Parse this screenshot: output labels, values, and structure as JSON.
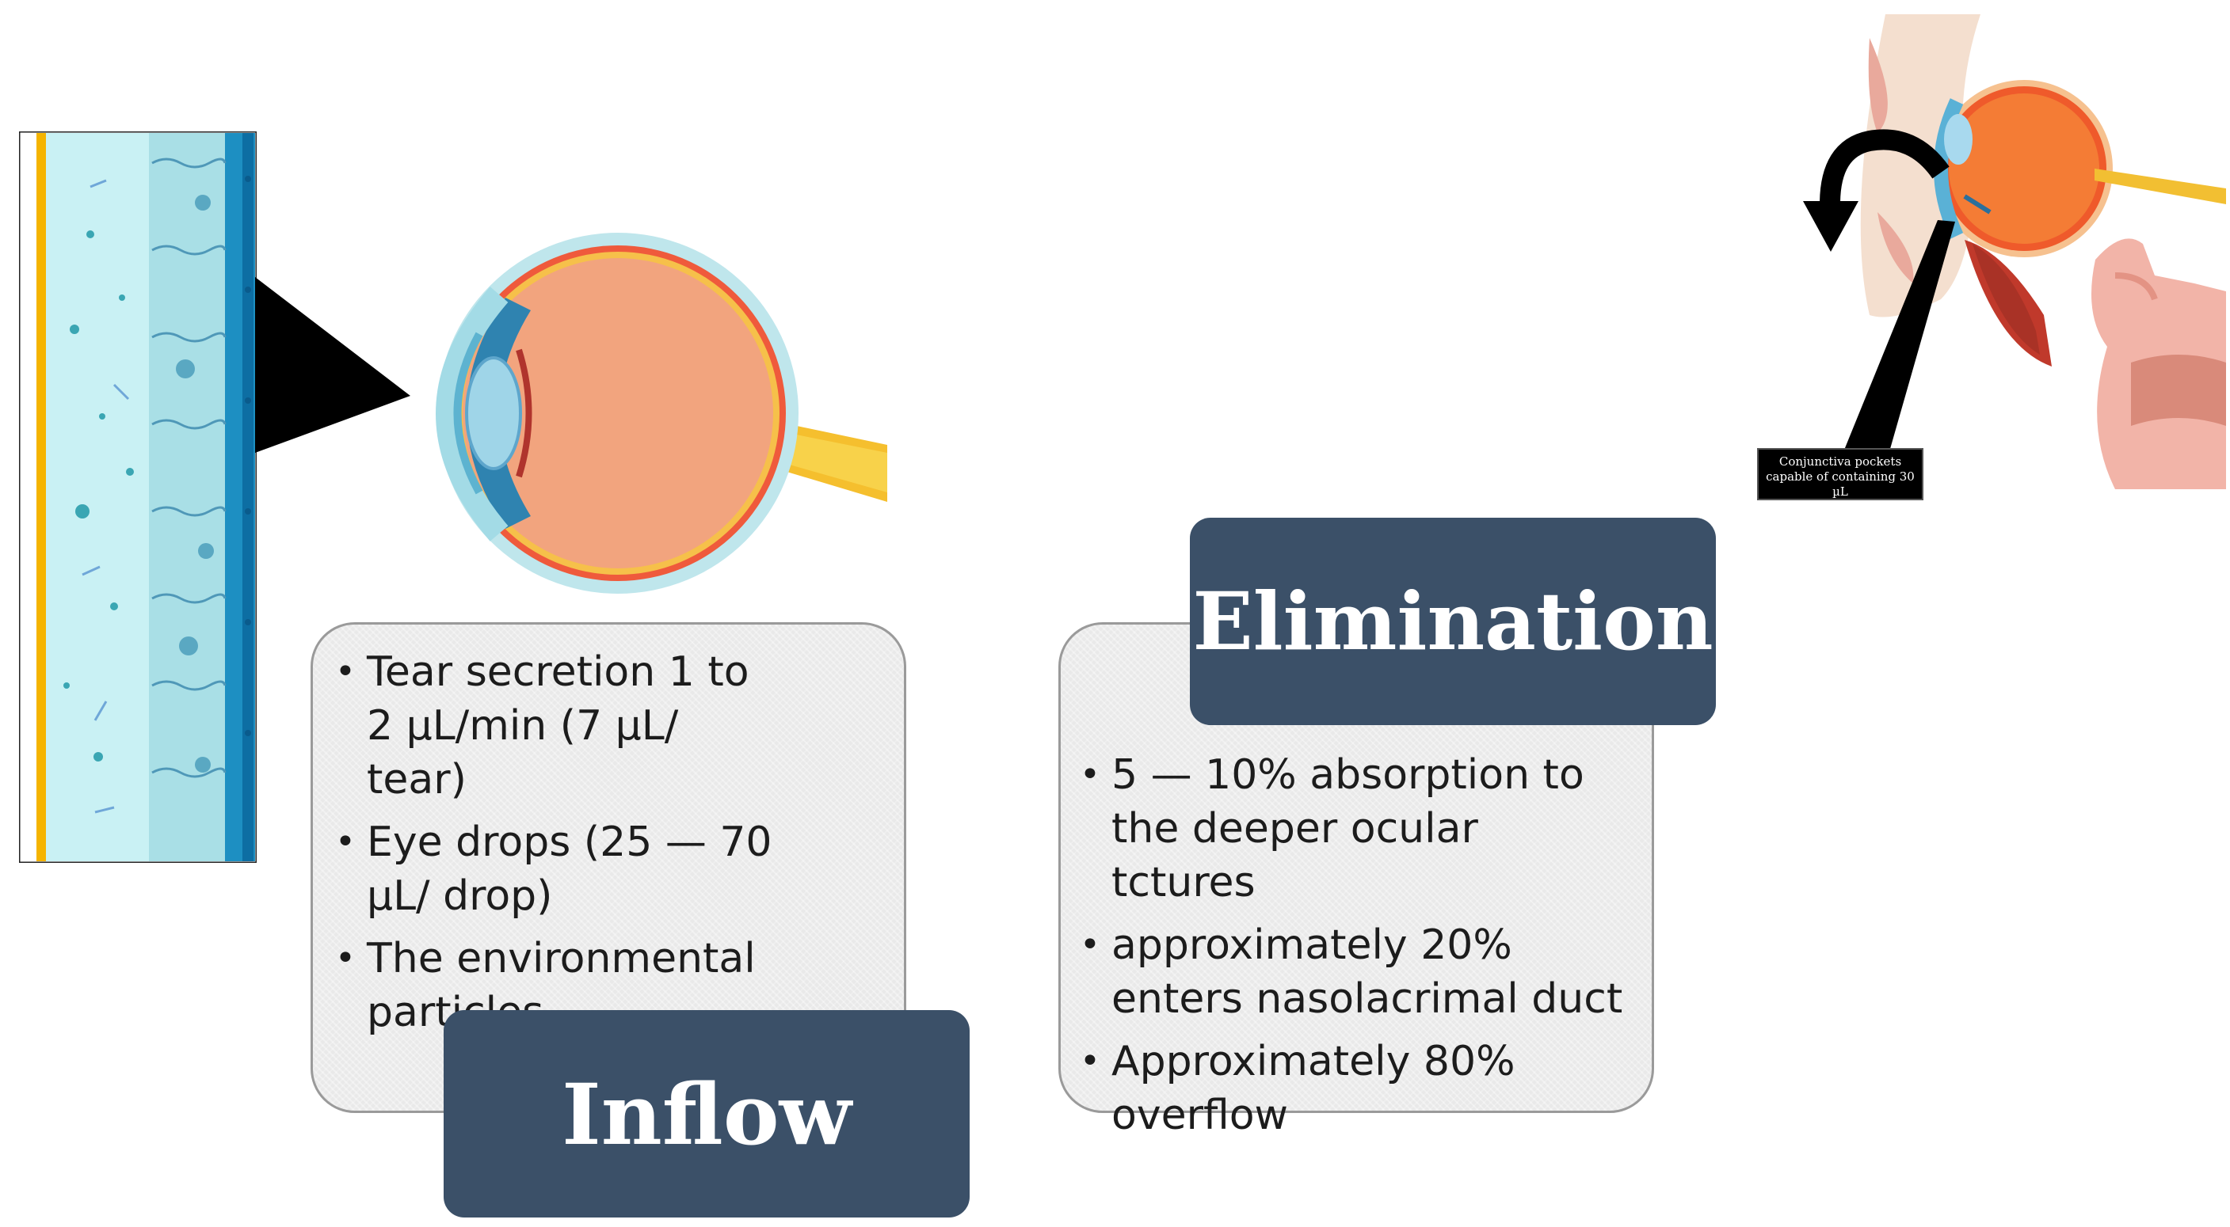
{
  "inflow": {
    "title": "Inflow",
    "bullets": [
      "Tear secretion 1 to 2 µL/min (7 µL/ tear)",
      "Eye drops (25 — 70 µL/ drop)",
      "The environmental particles"
    ]
  },
  "elimination": {
    "title": "Elimination",
    "bullets": [
      "5 — 10% absorption to the deeper ocular tctures",
      "approximately 20% enters nasolacrimal duct",
      "Approximately 80% overflow"
    ]
  },
  "callout": {
    "label": "Conjunctiva pockets capable of containing 30 µL"
  },
  "icons": [
    "tissue-layer-illustration",
    "eye-cross-section-illustration",
    "curved-arrow-icon",
    "eye-nasal-anatomy-illustration"
  ],
  "colors": {
    "title_box": "#3b5068",
    "panel": "#e9e9e9",
    "panel_border": "#9a9a9a",
    "sclera": "#f2a47e",
    "tear_film": "#c7eef2"
  }
}
